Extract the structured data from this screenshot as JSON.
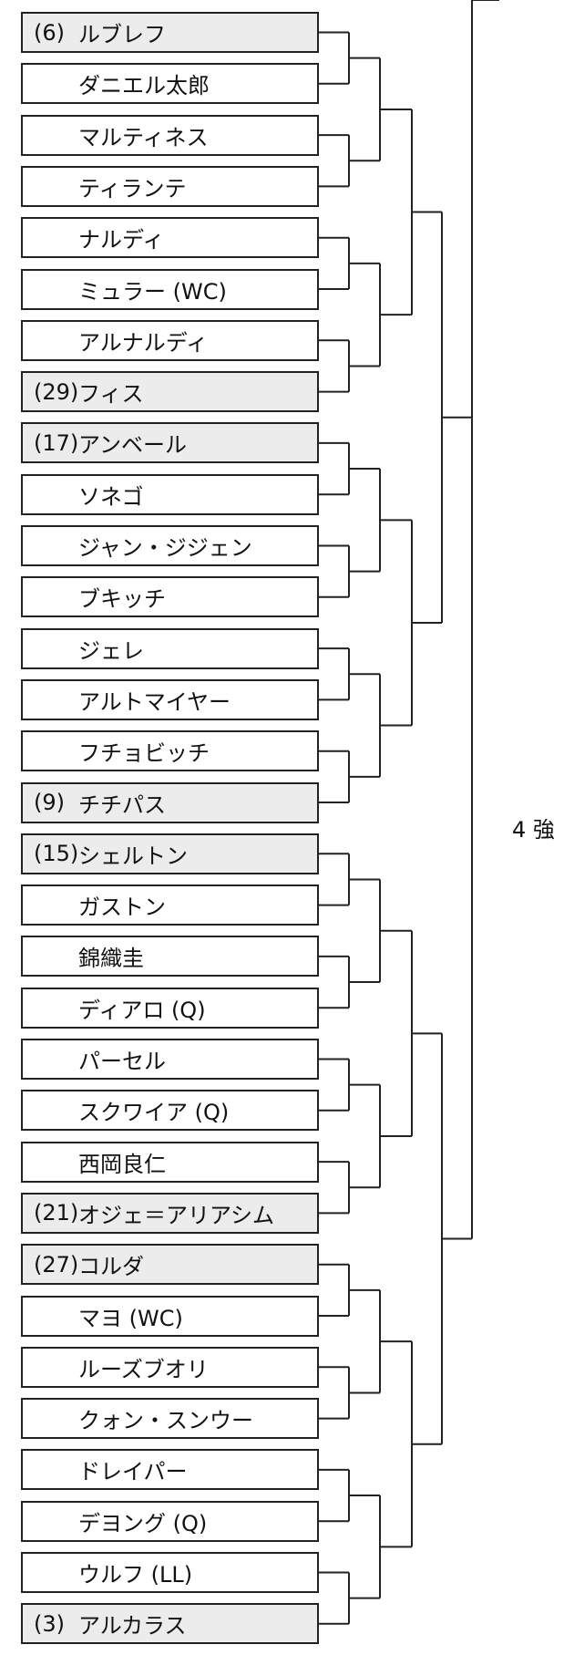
{
  "players": [
    {
      "seed": "(6)",
      "name": "ルブレフ",
      "seeded": true
    },
    {
      "seed": "",
      "name": "ダニエル太郎",
      "seeded": false
    },
    {
      "seed": "",
      "name": "マルティネス",
      "seeded": false
    },
    {
      "seed": "",
      "name": "ティランテ",
      "seeded": false
    },
    {
      "seed": "",
      "name": "ナルディ",
      "seeded": false
    },
    {
      "seed": "",
      "name": "ミュラー (WC)",
      "seeded": false
    },
    {
      "seed": "",
      "name": "アルナルディ",
      "seeded": false
    },
    {
      "seed": "(29)",
      "name": "フィス",
      "seeded": true
    },
    {
      "seed": "(17)",
      "name": "アンベール",
      "seeded": true
    },
    {
      "seed": "",
      "name": "ソネゴ",
      "seeded": false
    },
    {
      "seed": "",
      "name": "ジャン・ジジェン",
      "seeded": false
    },
    {
      "seed": "",
      "name": "ブキッチ",
      "seeded": false
    },
    {
      "seed": "",
      "name": "ジェレ",
      "seeded": false
    },
    {
      "seed": "",
      "name": "アルトマイヤー",
      "seeded": false
    },
    {
      "seed": "",
      "name": "フチョビッチ",
      "seeded": false
    },
    {
      "seed": "(9)",
      "name": "チチパス",
      "seeded": true
    },
    {
      "seed": "(15)",
      "name": "シェルトン",
      "seeded": true
    },
    {
      "seed": "",
      "name": "ガストン",
      "seeded": false
    },
    {
      "seed": "",
      "name": "錦織圭",
      "seeded": false
    },
    {
      "seed": "",
      "name": "ディアロ (Q)",
      "seeded": false
    },
    {
      "seed": "",
      "name": "パーセル",
      "seeded": false
    },
    {
      "seed": "",
      "name": "スクワイア (Q)",
      "seeded": false
    },
    {
      "seed": "",
      "name": "西岡良仁",
      "seeded": false
    },
    {
      "seed": "(21)",
      "name": "オジェ＝アリアシム",
      "seeded": true
    },
    {
      "seed": "(27)",
      "name": "コルダ",
      "seeded": true
    },
    {
      "seed": "",
      "name": "マヨ (WC)",
      "seeded": false
    },
    {
      "seed": "",
      "name": "ルーズブオリ",
      "seeded": false
    },
    {
      "seed": "",
      "name": "クォン・スンウー",
      "seeded": false
    },
    {
      "seed": "",
      "name": "ドレイパー",
      "seeded": false
    },
    {
      "seed": "",
      "name": "デヨング (Q)",
      "seeded": false
    },
    {
      "seed": "",
      "name": "ウルフ (LL)",
      "seeded": false
    },
    {
      "seed": "(3)",
      "name": "アルカラス",
      "seeded": true
    }
  ],
  "final_label": "4 強",
  "colors": {
    "line": "#222222",
    "seeded_bg": "#ececec"
  }
}
